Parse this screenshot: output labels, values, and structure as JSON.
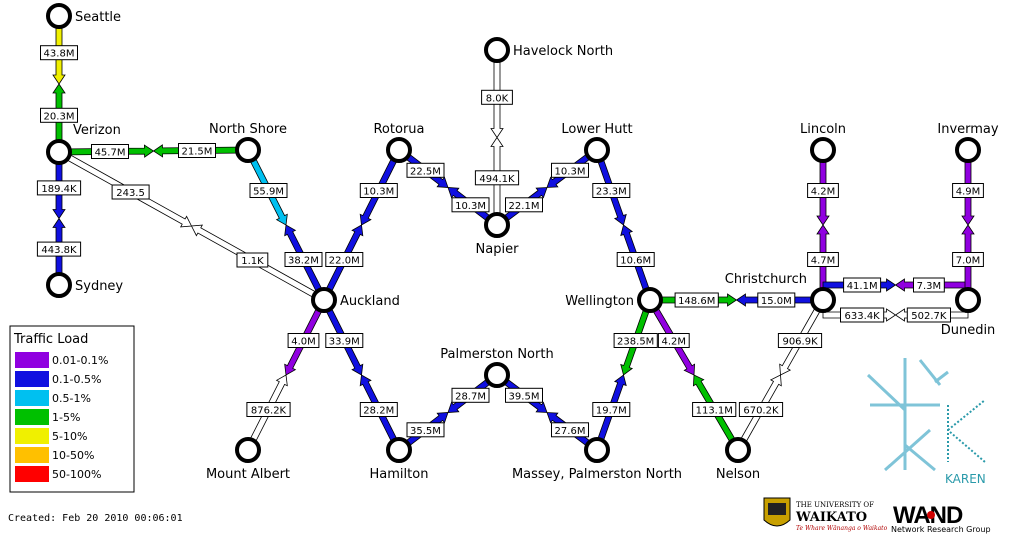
{
  "nodes": [
    {
      "id": "seattle",
      "label": "Seattle"
    },
    {
      "id": "verizon",
      "label": "Verizon"
    },
    {
      "id": "sydney",
      "label": "Sydney"
    },
    {
      "id": "northshore",
      "label": "North Shore"
    },
    {
      "id": "rotorua",
      "label": "Rotorua"
    },
    {
      "id": "havelock",
      "label": "Havelock North"
    },
    {
      "id": "napier",
      "label": "Napier"
    },
    {
      "id": "lowerhutt",
      "label": "Lower Hutt"
    },
    {
      "id": "lincoln",
      "label": "Lincoln"
    },
    {
      "id": "invermay",
      "label": "Invermay"
    },
    {
      "id": "auckland",
      "label": "Auckland"
    },
    {
      "id": "wellington",
      "label": "Wellington"
    },
    {
      "id": "christchurch",
      "label": "Christchurch"
    },
    {
      "id": "dunedin",
      "label": "Dunedin"
    },
    {
      "id": "palmerston",
      "label": "Palmerston North"
    },
    {
      "id": "mountalbert",
      "label": "Mount Albert"
    },
    {
      "id": "hamilton",
      "label": "Hamilton"
    },
    {
      "id": "massey",
      "label": "Massey, Palmerston North"
    },
    {
      "id": "nelson",
      "label": "Nelson"
    }
  ],
  "links": [
    {
      "from": "verizon",
      "to": "seattle",
      "load_label": "20.3M",
      "color": "#00c000",
      "load_label_rev": "43.8M",
      "color_rev": "#f0f000"
    },
    {
      "from": "northshore",
      "to": "verizon",
      "load_label": "21.5M",
      "color": "#00c000",
      "load_label_rev": "45.7M",
      "color_rev": "#00c000"
    },
    {
      "from": "verizon",
      "to": "sydney",
      "load_label": "189.4K",
      "color": "#1010e0",
      "load_label_rev": "443.8K",
      "color_rev": "#1010e0"
    },
    {
      "from": "auckland",
      "to": "verizon",
      "load_label": "1.1K",
      "color": "#ffffff",
      "load_label_rev": "243.5",
      "color_rev": "#ffffff"
    },
    {
      "from": "auckland",
      "to": "northshore",
      "load_label": "38.2M",
      "color": "#1010e0",
      "load_label_rev": "55.9M",
      "color_rev": "#00c0f0"
    },
    {
      "from": "auckland",
      "to": "rotorua",
      "load_label": "22.0M",
      "color": "#1010e0",
      "load_label_rev": "10.3M",
      "color_rev": "#1010e0"
    },
    {
      "from": "rotorua",
      "to": "napier",
      "load_label": "22.5M",
      "color": "#1010e0",
      "load_label_rev": "10.3M",
      "color_rev": "#1010e0"
    },
    {
      "from": "napier",
      "to": "havelock",
      "load_label": "494.1K",
      "color": "#ffffff",
      "load_label_rev": "8.0K",
      "color_rev": "#ffffff"
    },
    {
      "from": "napier",
      "to": "lowerhutt",
      "load_label": "22.1M",
      "color": "#1010e0",
      "load_label_rev": "10.3M",
      "color_rev": "#1010e0"
    },
    {
      "from": "lowerhutt",
      "to": "wellington",
      "load_label": "23.3M",
      "color": "#1010e0",
      "load_label_rev": "10.6M",
      "color_rev": "#1010e0"
    },
    {
      "from": "auckland",
      "to": "mountalbert",
      "load_label": "4.0M",
      "color": "#9000e0",
      "load_label_rev": "876.2K",
      "color_rev": "#ffffff"
    },
    {
      "from": "auckland",
      "to": "hamilton",
      "load_label": "33.9M",
      "color": "#1010e0",
      "load_label_rev": "28.2M",
      "color_rev": "#1010e0"
    },
    {
      "from": "hamilton",
      "to": "palmerston",
      "load_label": "35.5M",
      "color": "#1010e0",
      "load_label_rev": "28.7M",
      "color_rev": "#1010e0"
    },
    {
      "from": "palmerston",
      "to": "massey",
      "load_label": "39.5M",
      "color": "#1010e0",
      "load_label_rev": "27.6M",
      "color_rev": "#1010e0"
    },
    {
      "from": "massey",
      "to": "wellington",
      "load_label": "19.7M",
      "color": "#1010e0",
      "load_label_rev": "238.5M",
      "color_rev": "#00c000"
    },
    {
      "from": "wellington",
      "to": "christchurch",
      "load_label": "148.6M",
      "color": "#00c000",
      "load_label_rev": "15.0M",
      "color_rev": "#1010e0"
    },
    {
      "from": "wellington",
      "to": "nelson",
      "load_label": "4.2M",
      "color": "#9000e0",
      "load_label_rev": "113.1M",
      "color_rev": "#00c000"
    },
    {
      "from": "christchurch",
      "to": "nelson",
      "load_label": "906.9K",
      "color": "#ffffff",
      "load_label_rev": "670.2K",
      "color_rev": "#ffffff"
    },
    {
      "from": "christchurch",
      "to": "lincoln",
      "load_label": "4.7M",
      "color": "#9000e0",
      "load_label_rev": "4.2M",
      "color_rev": "#9000e0"
    },
    {
      "from": "christchurch",
      "to": "dunedin",
      "load_label": "41.1M",
      "color": "#1010e0",
      "load_label_rev": "7.3M",
      "color_rev": "#9000e0"
    },
    {
      "from": "christchurch",
      "to": "dunedin",
      "load_label": "633.4K",
      "color": "#ffffff",
      "load_label_rev": "502.7K",
      "color_rev": "#ffffff"
    },
    {
      "from": "dunedin",
      "to": "invermay",
      "load_label": "7.0M",
      "color": "#9000e0",
      "load_label_rev": "4.9M",
      "color_rev": "#9000e0"
    }
  ],
  "legend": {
    "title": "Traffic Load",
    "items": [
      {
        "label": "0.01-0.1%",
        "color": "#9000e0"
      },
      {
        "label": "0.1-0.5%",
        "color": "#1010e0"
      },
      {
        "label": "0.5-1%",
        "color": "#00c0f0"
      },
      {
        "label": "1-5%",
        "color": "#00c000"
      },
      {
        "label": "5-10%",
        "color": "#f0f000"
      },
      {
        "label": "10-50%",
        "color": "#ffc000"
      },
      {
        "label": "50-100%",
        "color": "#ff0000"
      }
    ]
  },
  "created": "Created: Feb 20 2010 00:06:01",
  "logos": {
    "karen": "KAREN",
    "waikato_line1": "THE UNIVERSITY OF",
    "waikato_line2": "WAIKATO",
    "waikato_motto": "Te Whare Wānanga o Waikato",
    "wand": "WAND",
    "wand_sub": "Network Research Group"
  }
}
